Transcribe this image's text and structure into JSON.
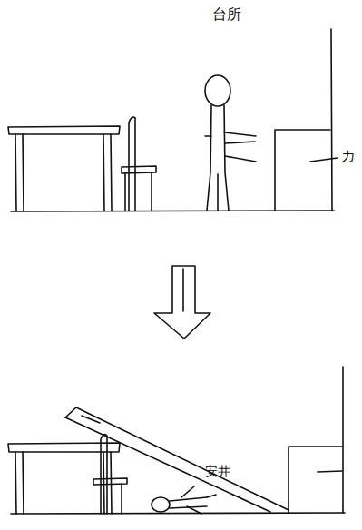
{
  "diagram": {
    "labels": [
      "台所",
      "カ",
      "安井"
    ]
  }
}
